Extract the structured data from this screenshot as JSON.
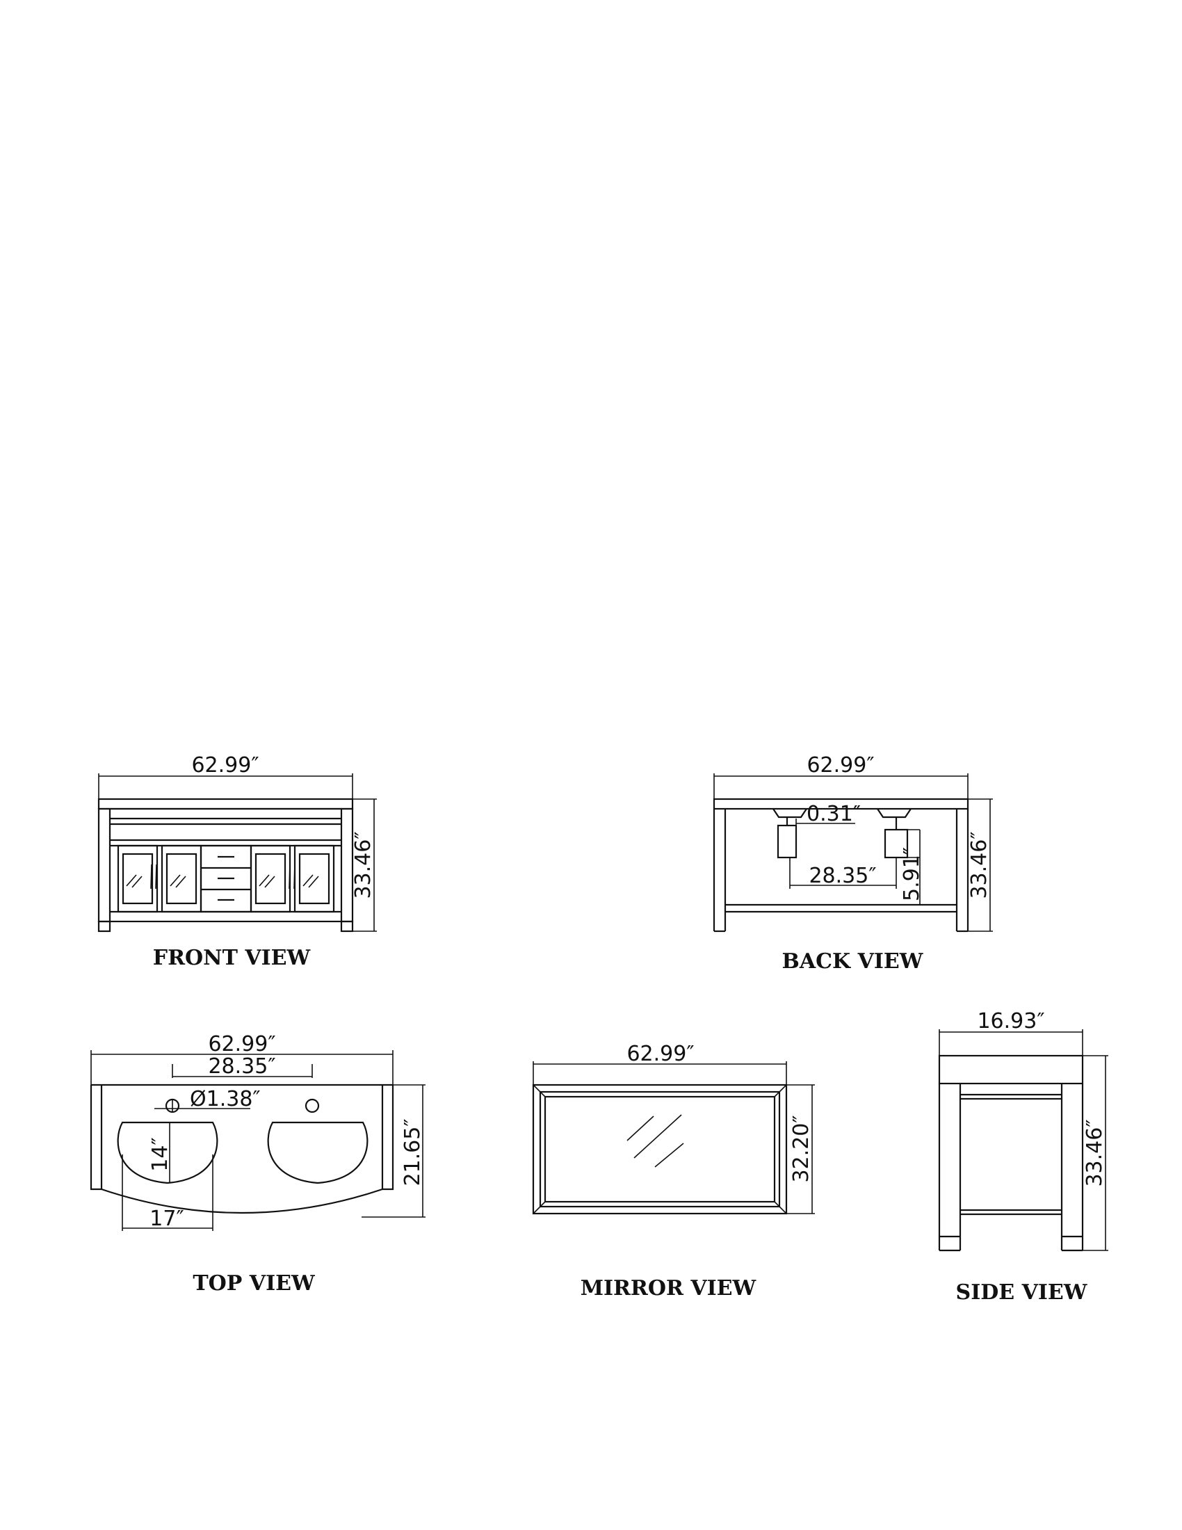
{
  "front_view": {
    "title": "FRONT VIEW",
    "width": "62.99″",
    "height": "33.46″"
  },
  "back_view": {
    "title": "BACK VIEW",
    "width": "62.99″",
    "height": "33.46″",
    "gap": "0.31″",
    "spacing": "28.35″",
    "drop": "5.91″"
  },
  "top_view": {
    "title": "TOP VIEW",
    "width": "62.99″",
    "center_distance": "28.35″",
    "hole_diameter": "Ø1.38″",
    "basin_depth": "14″",
    "depth": "21.65″",
    "basin_width": "17″"
  },
  "mirror_view": {
    "title": "MIRROR VIEW",
    "width": "62.99″",
    "height": "32.20″"
  },
  "side_view": {
    "title": "SIDE VIEW",
    "width": "16.93″",
    "height": "33.46″"
  }
}
